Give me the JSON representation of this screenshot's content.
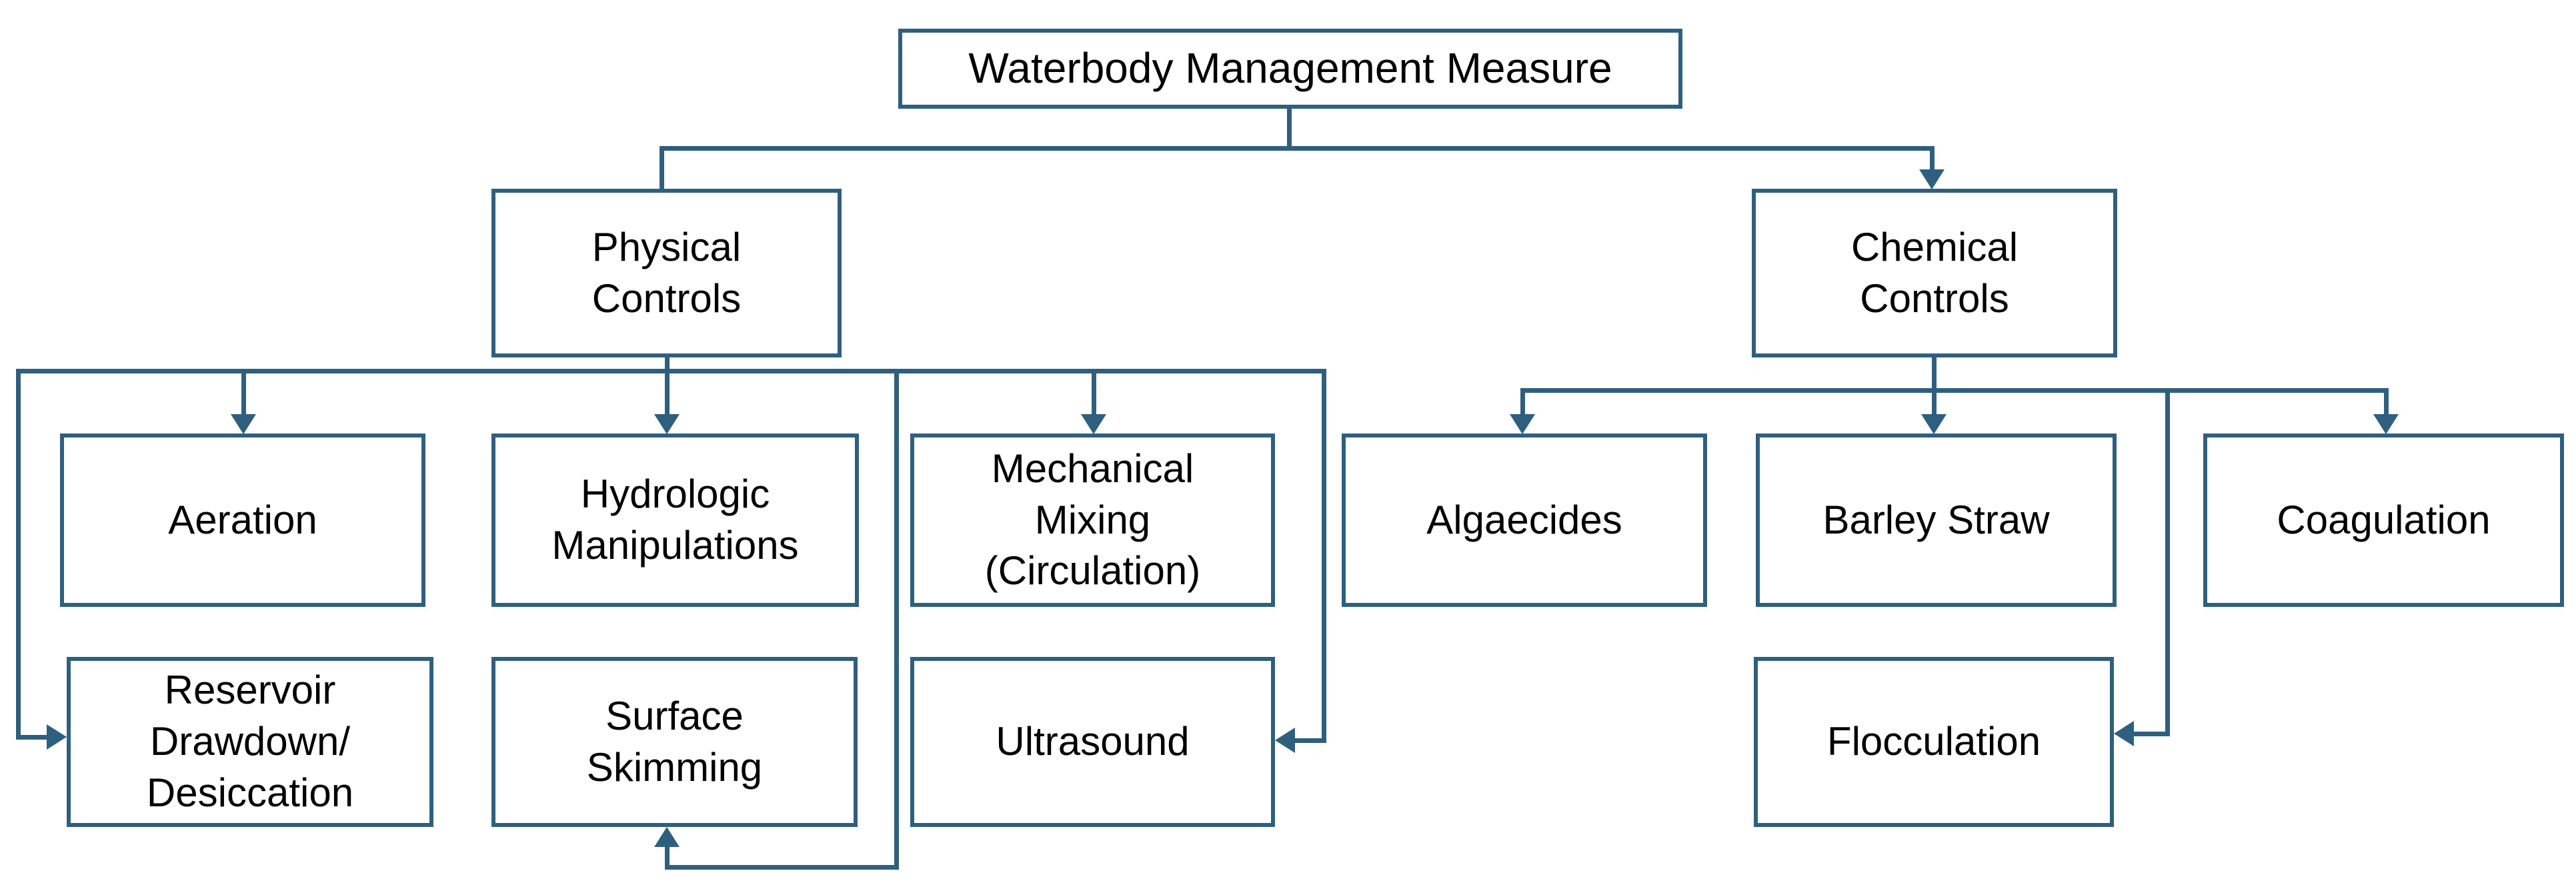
{
  "diagram": {
    "type": "flowchart",
    "background_color": "#FFFFFF",
    "line_color": "#2E5F7F",
    "text_color": "#000000",
    "nodes": {
      "root": {
        "label": "Waterbody Management Measure"
      },
      "physical": {
        "label": "Physical\nControls"
      },
      "chemical": {
        "label": "Chemical\nControls"
      },
      "aeration": {
        "label": "Aeration"
      },
      "hydrologic": {
        "label": "Hydrologic\nManipulations"
      },
      "mechanical": {
        "label": "Mechanical\nMixing\n(Circulation)"
      },
      "reservoir": {
        "label": "Reservoir\nDrawdown/\nDesiccation"
      },
      "surface": {
        "label": "Surface\nSkimming"
      },
      "ultrasound": {
        "label": "Ultrasound"
      },
      "algaecides": {
        "label": "Algaecides"
      },
      "barley": {
        "label": "Barley Straw"
      },
      "coagulation": {
        "label": "Coagulation"
      },
      "flocculation": {
        "label": "Flocculation"
      }
    },
    "edges": [
      {
        "from": "root",
        "to": "physical",
        "arrowhead": false,
        "route": "down-elbow"
      },
      {
        "from": "root",
        "to": "chemical",
        "arrowhead": true,
        "route": "down-elbow"
      },
      {
        "from": "physical",
        "to": "aeration",
        "arrowhead": true,
        "route": "bus-drop"
      },
      {
        "from": "physical",
        "to": "hydrologic",
        "arrowhead": true,
        "route": "bus-drop"
      },
      {
        "from": "physical",
        "to": "mechanical",
        "arrowhead": true,
        "route": "bus-drop"
      },
      {
        "from": "physical",
        "to": "reservoir",
        "arrowhead": true,
        "route": "left-side-loop"
      },
      {
        "from": "physical",
        "to": "ultrasound",
        "arrowhead": true,
        "route": "right-side-loop"
      },
      {
        "from": "physical",
        "to": "surface",
        "arrowhead": true,
        "route": "bottom-loop"
      },
      {
        "from": "chemical",
        "to": "algaecides",
        "arrowhead": true,
        "route": "bus-drop"
      },
      {
        "from": "chemical",
        "to": "barley",
        "arrowhead": true,
        "route": "bus-drop"
      },
      {
        "from": "chemical",
        "to": "coagulation",
        "arrowhead": true,
        "route": "bus-drop"
      },
      {
        "from": "chemical",
        "to": "flocculation",
        "arrowhead": true,
        "route": "right-side-loop"
      }
    ]
  }
}
